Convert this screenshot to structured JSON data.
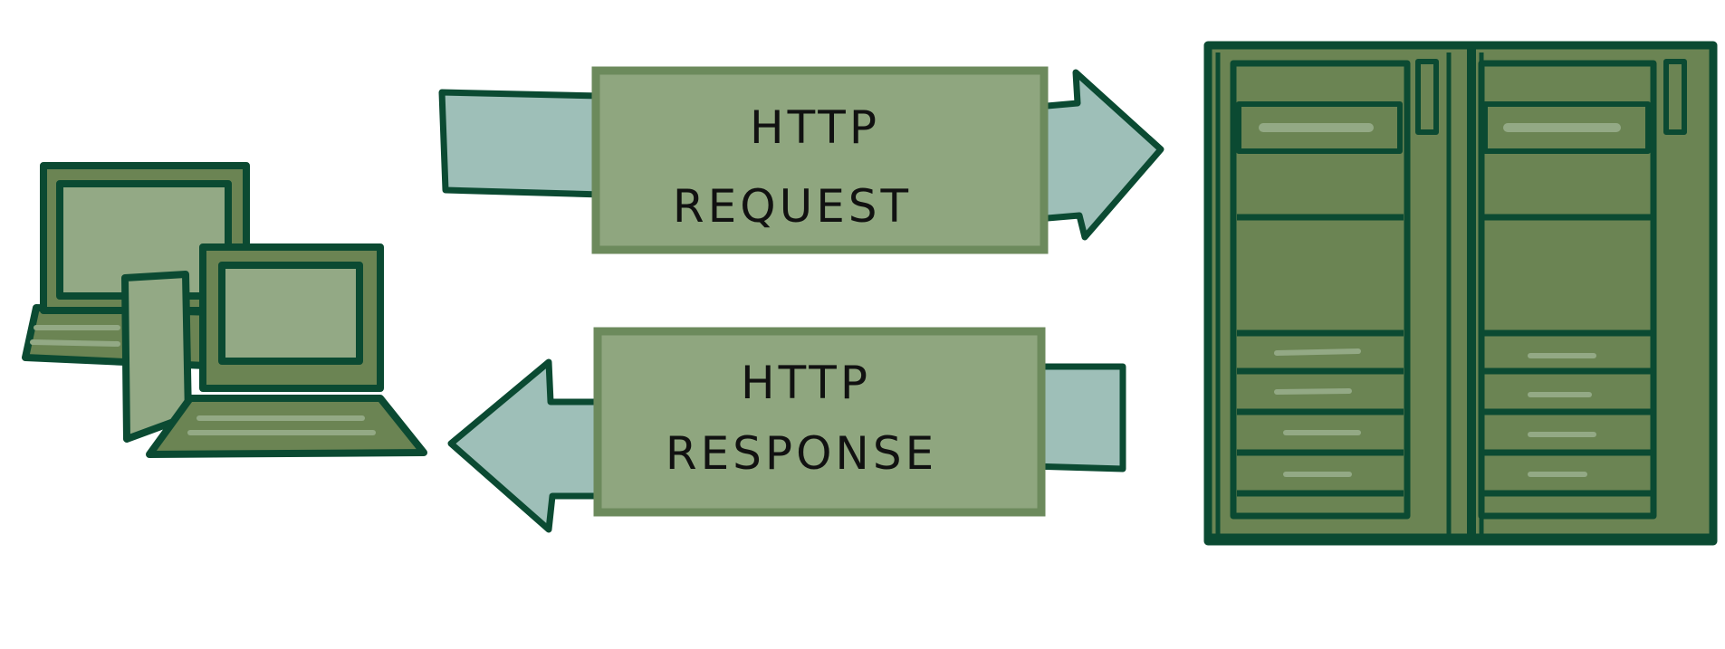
{
  "request": {
    "line1": "HTTP",
    "line2": "REQUEST"
  },
  "response": {
    "line1": "HTTP",
    "line2": "RESPONSE"
  },
  "colors": {
    "outline": "#0b4a32",
    "arrow_fill": "#9ebfb8",
    "box_fill": "#8fa67f",
    "box_stroke": "#6c8a5c",
    "server_fill": "#6b8453",
    "screen_fill": "#93a985"
  },
  "icons": {
    "client": "client-computers-icon",
    "server": "server-rack-icon"
  }
}
